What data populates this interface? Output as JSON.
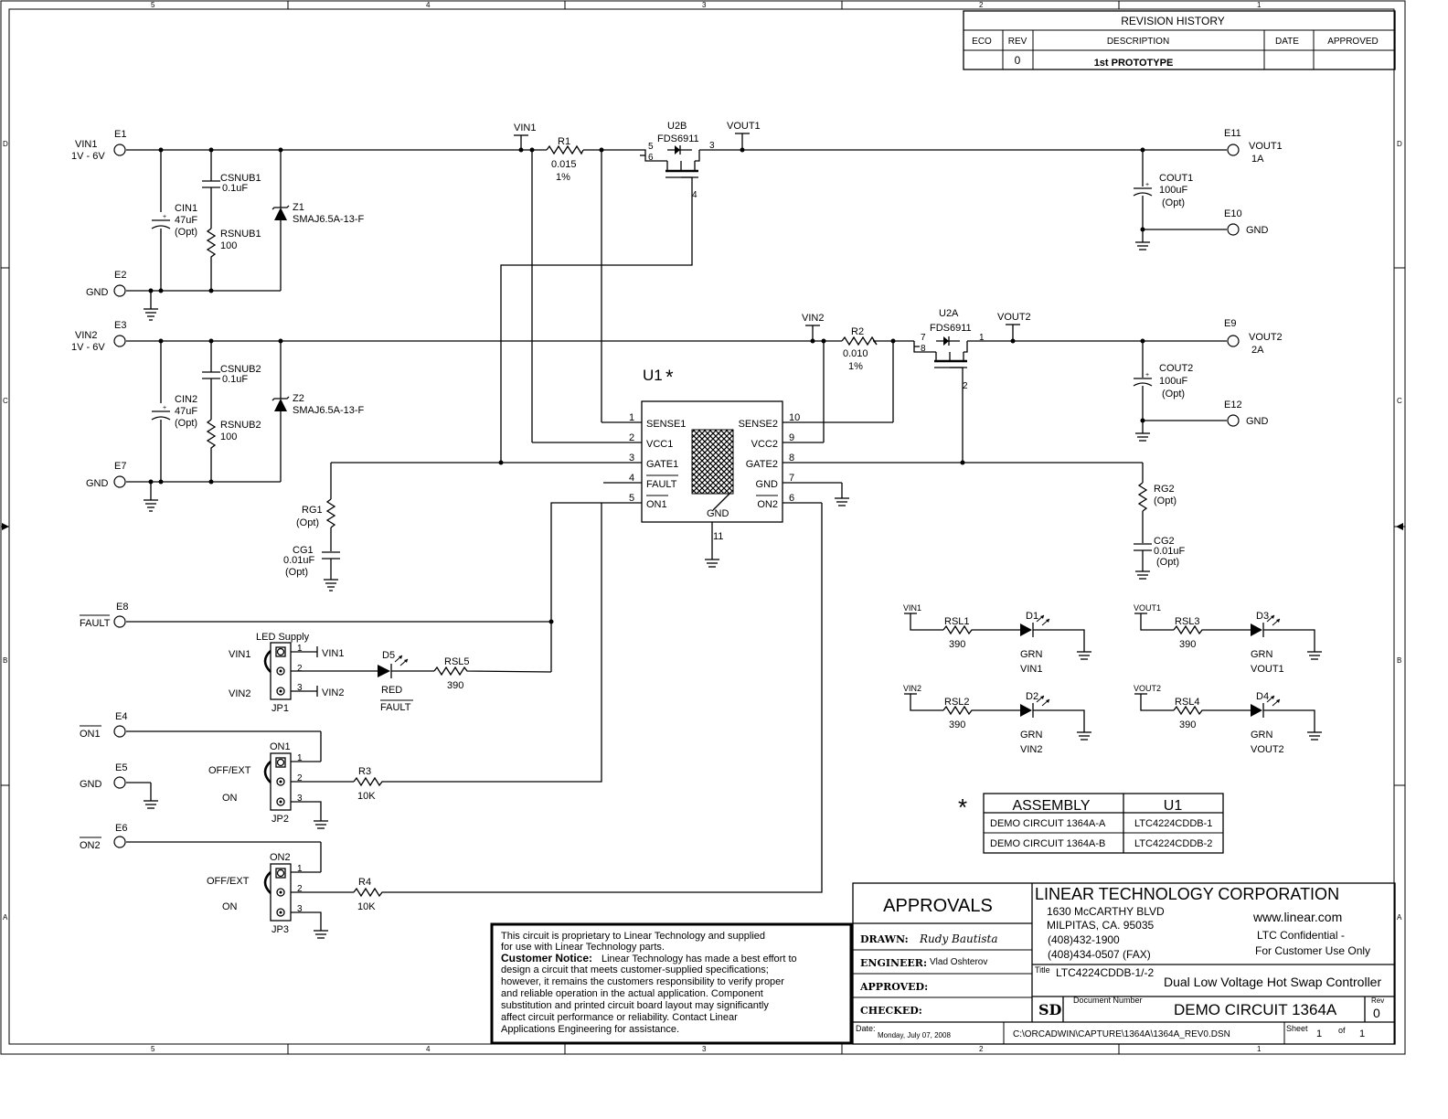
{
  "border": {
    "cols": [
      "5",
      "4",
      "3",
      "2",
      "1"
    ],
    "rows": [
      "D",
      "C",
      "B",
      "A"
    ]
  },
  "revision": {
    "title": "REVISION HISTORY",
    "headers": [
      "ECO",
      "REV",
      "DESCRIPTION",
      "DATE",
      "APPROVED"
    ],
    "row": {
      "eco": "",
      "rev": "0",
      "description": "1st PROTOTYPE",
      "date": "",
      "approved": ""
    }
  },
  "ch1": {
    "vin": "VIN1",
    "vin_range": "1V - 6V",
    "e_in": "E1",
    "e_gnd": "E2",
    "gnd": "GND",
    "csnub": "CSNUB1",
    "csnub_val": "0.1uF",
    "rsnub": "RSNUB1",
    "rsnub_val": "100",
    "cin": "CIN1",
    "cin_val": "47uF",
    "cin_opt": "(Opt)",
    "z": "Z1",
    "z_val": "SMAJ6.5A-13-F",
    "vin_flag": "VIN1",
    "r": "R1",
    "r_val": "0.015",
    "r_tol": "1%",
    "fet": "U2B",
    "fet_part": "FDS6911",
    "pin5": "5",
    "pin6": "6",
    "pin3": "3",
    "pin4": "4",
    "vout_flag": "VOUT1",
    "e_out": "E11",
    "vout": "VOUT1",
    "iout": "1A",
    "cout": "COUT1",
    "cout_val": "100uF",
    "cout_opt": "(Opt)",
    "e_gnd2": "E10",
    "gnd2": "GND"
  },
  "ch2": {
    "vin": "VIN2",
    "vin_range": "1V - 6V",
    "e_in": "E3",
    "e_gnd": "E7",
    "gnd": "GND",
    "csnub": "CSNUB2",
    "csnub_val": "0.1uF",
    "rsnub": "RSNUB2",
    "rsnub_val": "100",
    "cin": "CIN2",
    "cin_val": "47uF",
    "cin_opt": "(Opt)",
    "z": "Z2",
    "z_val": "SMAJ6.5A-13-F",
    "vin_flag": "VIN2",
    "r": "R2",
    "r_val": "0.010",
    "r_tol": "1%",
    "fet": "U2A",
    "fet_part": "FDS6911",
    "pin7": "7",
    "pin8": "8",
    "pin1": "1",
    "pin2": "2",
    "vout_flag": "VOUT2",
    "e_out": "E9",
    "vout": "VOUT2",
    "iout": "2A",
    "cout": "COUT2",
    "cout_val": "100uF",
    "cout_opt": "(Opt)",
    "e_gnd2": "E12",
    "gnd2": "GND"
  },
  "u1": {
    "ref": "U1",
    "left_pins": [
      {
        "num": "1",
        "name": "SENSE1"
      },
      {
        "num": "2",
        "name": "VCC1"
      },
      {
        "num": "3",
        "name": "GATE1"
      },
      {
        "num": "4",
        "name": "FAULT"
      },
      {
        "num": "5",
        "name": "ON1"
      }
    ],
    "right_pins": [
      {
        "num": "10",
        "name": "SENSE2"
      },
      {
        "num": "9",
        "name": "VCC2"
      },
      {
        "num": "8",
        "name": "GATE2"
      },
      {
        "num": "7",
        "name": "GND"
      },
      {
        "num": "6",
        "name": "ON2"
      }
    ],
    "gnd_label": "GND",
    "gnd_pin": "11"
  },
  "rg1": {
    "ref": "RG1",
    "opt": "(Opt)",
    "cref": "CG1",
    "cval": "0.01uF",
    "copt": "(Opt)"
  },
  "rg2": {
    "ref": "RG2",
    "opt": "(Opt)",
    "cref": "CG2",
    "cval": "0.01uF",
    "copt": "(Opt)"
  },
  "fault": {
    "e": "E8",
    "label": "FAULT"
  },
  "jp1": {
    "title": "LED Supply",
    "ref": "JP1",
    "left1": "VIN1",
    "left2": "VIN2",
    "p1": "1",
    "p2": "2",
    "p3": "3",
    "flag1": "VIN1",
    "flag3": "VIN2",
    "led": "D5",
    "color": "RED",
    "func": "FAULT",
    "r": "RSL5",
    "rval": "390"
  },
  "jp2": {
    "e_on": "E4",
    "on_label": "ON1",
    "e_gnd": "E5",
    "gnd": "GND",
    "top": "ON1",
    "off": "OFF/EXT",
    "on": "ON",
    "ref": "JP2",
    "r": "R3",
    "rval": "10K",
    "p1": "1",
    "p2": "2",
    "p3": "3"
  },
  "jp3": {
    "e_on": "E6",
    "on_label": "ON2",
    "top": "ON2",
    "off": "OFF/EXT",
    "on": "ON",
    "ref": "JP3",
    "r": "R4",
    "rval": "10K",
    "p1": "1",
    "p2": "2",
    "p3": "3"
  },
  "leds": [
    {
      "flag": "VIN1",
      "r": "RSL1",
      "rval": "390",
      "d": "D1",
      "color": "GRN",
      "func": "VIN1"
    },
    {
      "flag": "VIN2",
      "r": "RSL2",
      "rval": "390",
      "d": "D2",
      "color": "GRN",
      "func": "VIN2"
    },
    {
      "flag": "VOUT1",
      "r": "RSL3",
      "rval": "390",
      "d": "D3",
      "color": "GRN",
      "func": "VOUT1"
    },
    {
      "flag": "VOUT2",
      "r": "RSL4",
      "rval": "390",
      "d": "D4",
      "color": "GRN",
      "func": "VOUT2"
    }
  ],
  "assembly": {
    "star": "*",
    "headers": [
      "ASSEMBLY",
      "U1"
    ],
    "rows": [
      [
        "DEMO CIRCUIT 1364A-A",
        "LTC4224CDDB-1"
      ],
      [
        "DEMO CIRCUIT 1364A-B",
        "LTC4224CDDB-2"
      ]
    ]
  },
  "notice": {
    "line1": "This circuit is proprietary to Linear Technology and supplied",
    "line2": "for use with Linear Technology parts.",
    "bold": "Customer Notice:",
    "line3": "Linear Technology has made a best effort to",
    "line4": "design a circuit that meets customer-supplied specifications;",
    "line5": "however, it remains the customers responsibility to verify proper",
    "line6": "and reliable operation in the actual application. Component",
    "line7": "substitution and printed circuit board layout may significantly",
    "line8": "affect circuit performance or reliability. Contact Linear",
    "line9": "Applications Engineering for assistance."
  },
  "titleblock": {
    "approvals": "APPROVALS",
    "drawn_label": "DRAWN:",
    "drawn": "Rudy Bautista",
    "engineer_label": "ENGINEER:",
    "engineer": "Vlad Oshterov",
    "approved_label": "APPROVED:",
    "checked_label": "CHECKED:",
    "company": "LINEAR TECHNOLOGY CORPORATION",
    "addr1": "1630 McCARTHY BLVD",
    "addr2": "MILPITAS, CA. 95035",
    "phone": "(408)432-1900",
    "fax": "(408)434-0507 (FAX)",
    "web": "www.linear.com",
    "conf1": "LTC Confidential -",
    "conf2": "For Customer Use Only",
    "title_label": "Title",
    "title_part": "LTC4224CDDB-1/-2",
    "title_desc": "Dual Low Voltage Hot Swap Controller",
    "size": "SD",
    "docnum_label": "Document Number",
    "docnum": "DEMO CIRCUIT 1364A",
    "rev_label": "Rev",
    "rev": "0",
    "date_label": "Date:",
    "date": "Monday, July 07, 2008",
    "path": "C:\\ORCADWIN\\CAPTURE\\1364A\\1364A_REV0.DSN",
    "sheet_label": "Sheet",
    "sheet": "1",
    "of": "of",
    "sheets": "1"
  }
}
